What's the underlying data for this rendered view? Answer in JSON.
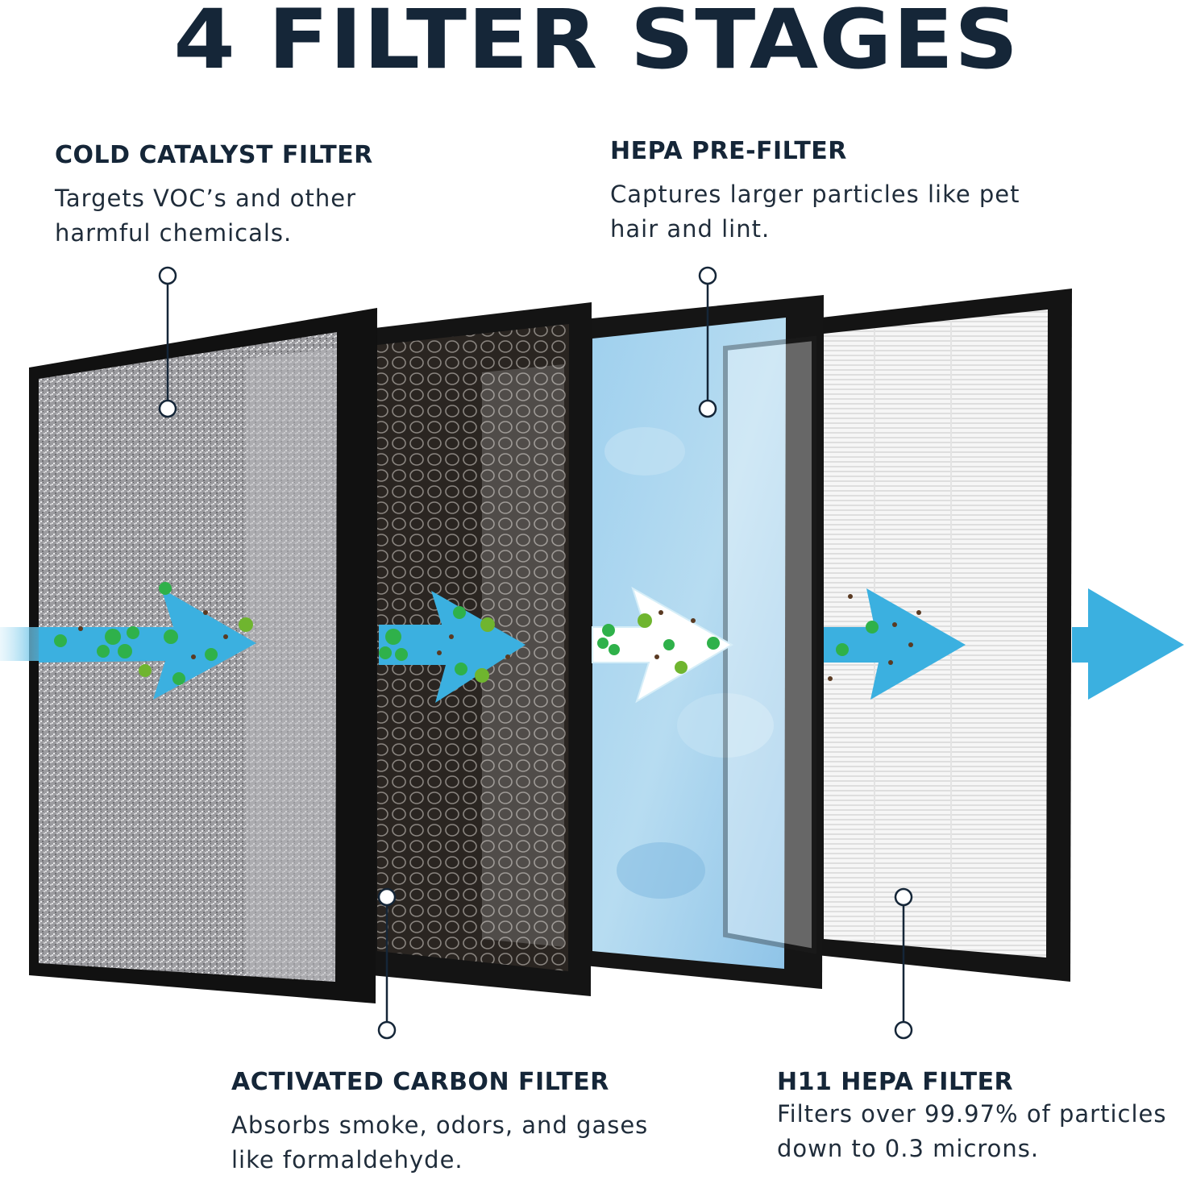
{
  "title": "4 FILTER STAGES",
  "filters": [
    {
      "heading": "COLD CATALYST FILTER",
      "description": "Targets VOC’s and other harmful chemicals."
    },
    {
      "heading": "HEPA PRE-FILTER",
      "description": "Captures larger particles like pet hair and lint."
    },
    {
      "heading": "ACTIVATED CARBON FILTER",
      "description": "Absorbs smoke, odors, and gases like formaldehyde."
    },
    {
      "heading": "H11 HEPA FILTER",
      "description": "Filters over 99.97% of particles down to 0.3 microns."
    }
  ],
  "colors": {
    "title": "#152638",
    "frame": "#111111",
    "airflow_arrow": "#3bb0e0",
    "particle_green": "#2fb14a",
    "particle_brown": "#5a3a22",
    "catalyst_media": "#a9a9ad",
    "carbon_media": "#2b2622",
    "prefilter_media": "#a9d4ee",
    "hepa_media": "#f4f4f4"
  }
}
